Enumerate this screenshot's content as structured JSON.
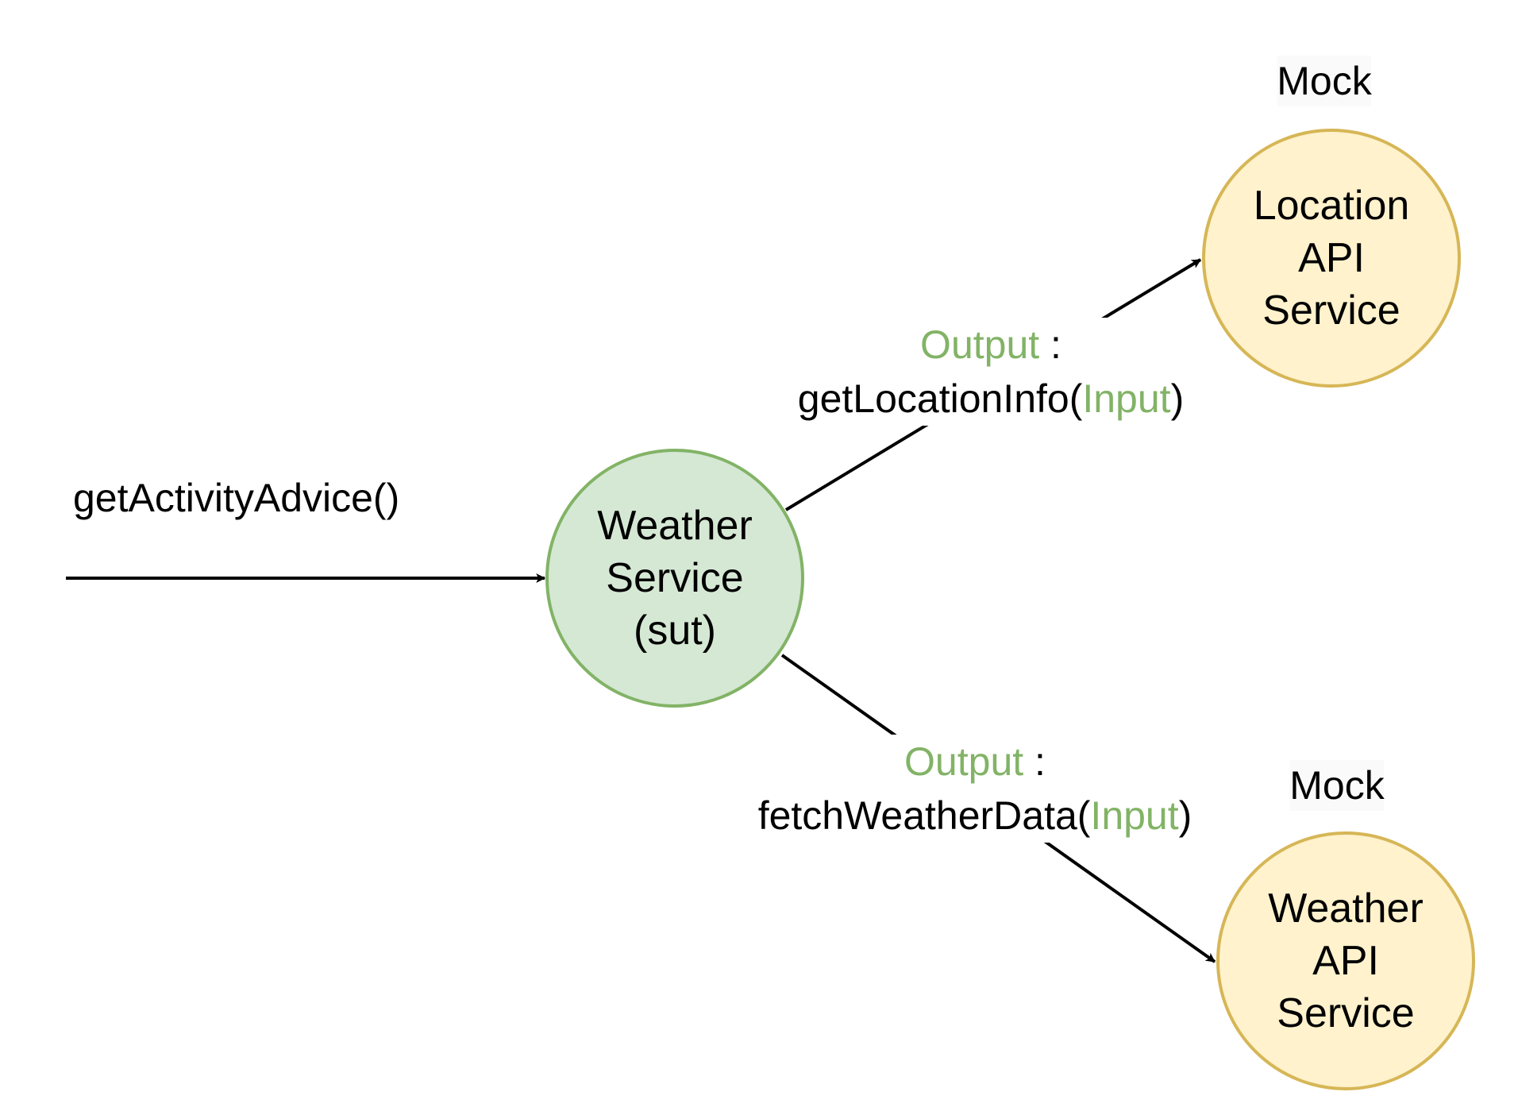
{
  "colors": {
    "sut_fill": "#d5e8d4",
    "sut_stroke": "#82b366",
    "mock_fill": "#fff2cc",
    "mock_stroke": "#d6b656",
    "accent_text": "#82b366",
    "edge": "#000000"
  },
  "entry_call": "getActivityAdvice()",
  "nodes": {
    "sut": {
      "lines": [
        "Weather",
        "Service",
        "(sut)"
      ]
    },
    "location": {
      "tag": "Mock",
      "lines": [
        "Location",
        "API",
        "Service"
      ]
    },
    "weather_api": {
      "tag": "Mock",
      "lines": [
        "Weather",
        "API",
        "Service"
      ]
    }
  },
  "edges": {
    "to_location": {
      "output_word": "Output",
      "separator": " :",
      "method": "getLocationInfo(",
      "input_word": "Input",
      "close": ")"
    },
    "to_weather_api": {
      "output_word": "Output",
      "separator": " :",
      "method": "fetchWeatherData(",
      "input_word": "Input",
      "close": ")"
    }
  }
}
